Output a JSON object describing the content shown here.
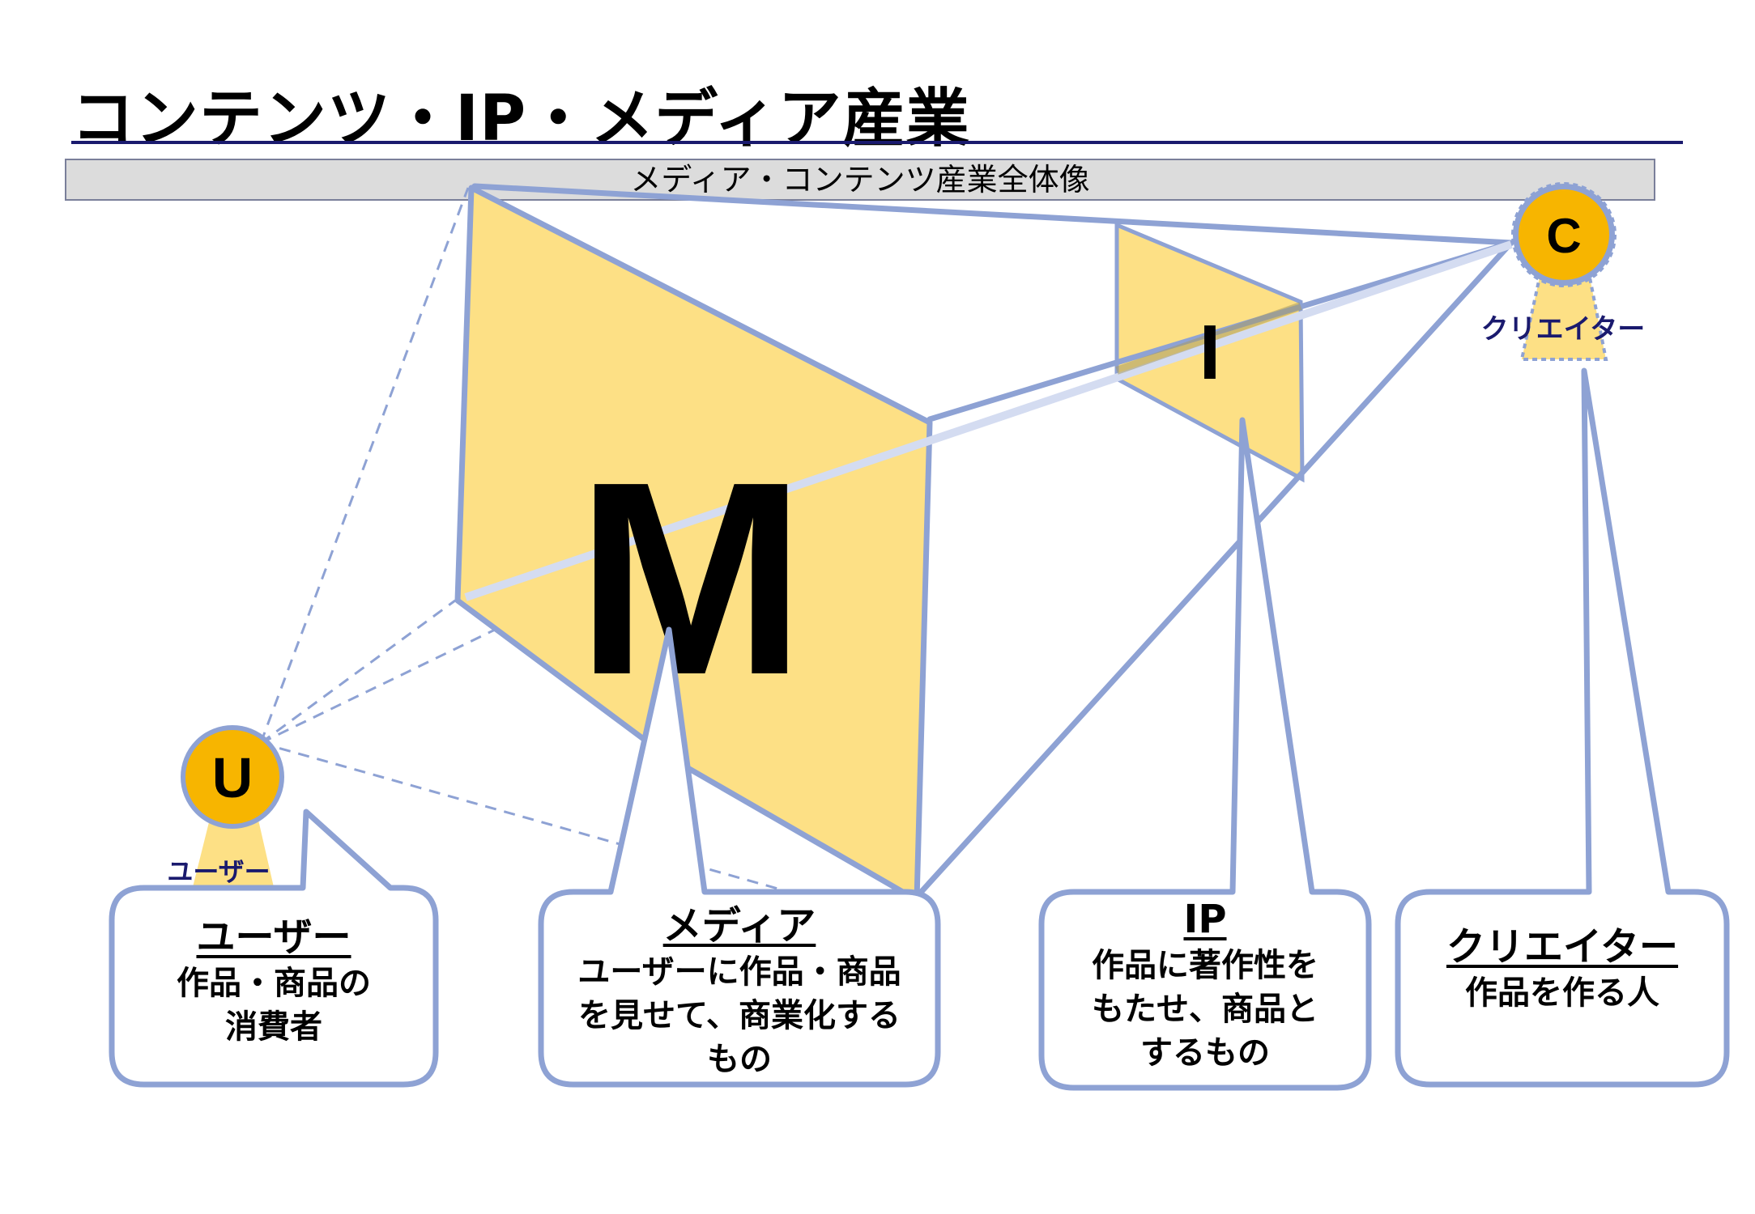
{
  "title": "コンテンツ・IP・メディア産業",
  "banner": "メディア・コンテンツ産業全体像",
  "nodes": {
    "media_letter": "M",
    "ip_letter": "I",
    "user_letter": "U",
    "creator_letter": "C",
    "user_label": "ユーザー",
    "creator_label": "クリエイター"
  },
  "bubbles": {
    "user": {
      "heading": "ユーザー",
      "lines": [
        "作品・商品の",
        "消費者"
      ]
    },
    "media": {
      "heading": "メディア",
      "lines": [
        "ユーザーに作品・商品",
        "を見せて、商業化する",
        "もの"
      ]
    },
    "ip": {
      "heading": "IP",
      "lines": [
        "作品に著作性を",
        "もたせ、商品と",
        "するもの"
      ]
    },
    "creator": {
      "heading": "クリエイター",
      "lines": [
        "作品を作る人"
      ]
    }
  },
  "colors": {
    "fill": "#fde085",
    "stroke": "#8ea2d4",
    "node_fill": "#f7b500",
    "label_navy": "#1a1a6e"
  }
}
